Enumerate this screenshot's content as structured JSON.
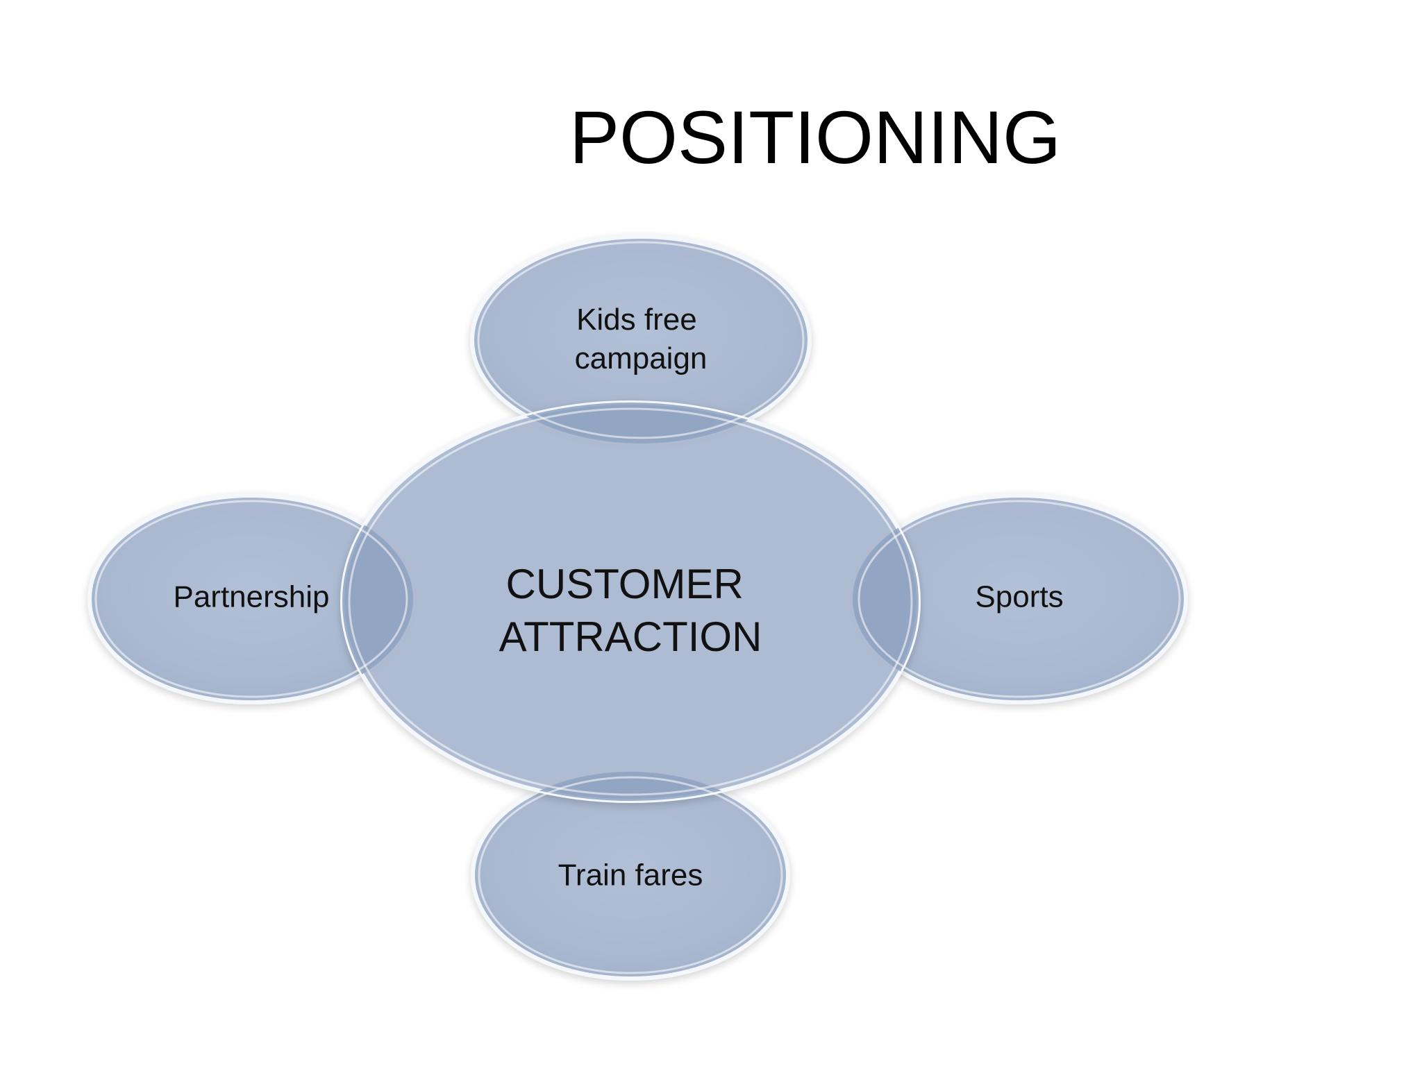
{
  "slide": {
    "title": "POSITIONING"
  },
  "diagram": {
    "fill_color": "#a9b8d0",
    "overlap_color": "#8ea2c0",
    "rim_color": "#f4f7fb",
    "nodes": [
      {
        "id": "center",
        "lines": [
          "CUSTOMER",
          "ATTRACTION"
        ]
      },
      {
        "id": "top",
        "lines": [
          "Kids free",
          "campaign"
        ]
      },
      {
        "id": "left",
        "lines": [
          "Partnership"
        ]
      },
      {
        "id": "right",
        "lines": [
          "Sports"
        ]
      },
      {
        "id": "bottom",
        "lines": [
          "Train fares"
        ]
      }
    ]
  }
}
